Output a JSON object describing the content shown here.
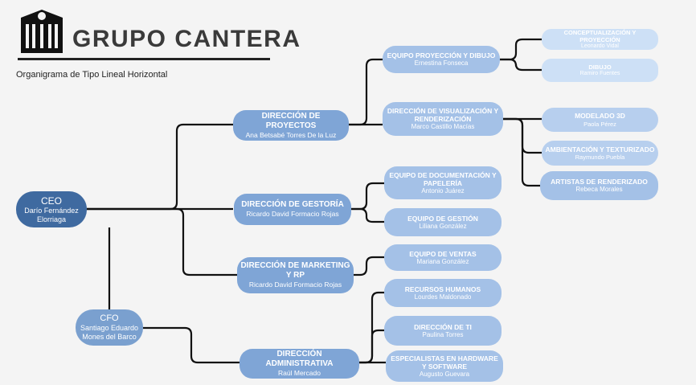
{
  "header": {
    "brand": "GRUPO CANTERA",
    "subtitle": "Organigrama de Tipo Lineal Horizontal",
    "logo_icon": "building-logo-icon"
  },
  "colors": {
    "ceo": "#3f6aa0",
    "cfo": "#7aa0cf",
    "direction": "#7fa5d6",
    "team": "#a4c1e7",
    "sub_team": "#b7cfee",
    "sub_team_light": "#cde0f6",
    "connector": "#111111"
  },
  "org": {
    "ceo": {
      "title": "CEO",
      "name": "Darío Fernández Elorriaga"
    },
    "cfo": {
      "title": "CFO",
      "name": "Santiago Eduardo Mones del Barco"
    },
    "dir_proyectos": {
      "title": "DIRECCIÓN DE PROYECTOS",
      "name": "Ana Betsabé Torres De la Luz"
    },
    "dir_gestoria": {
      "title": "DIRECCIÓN DE GESTORÍA",
      "name": "Ricardo David Formacio Rojas"
    },
    "dir_marketing": {
      "title": "DIRECCIÓN DE MARKETING Y RP",
      "name": "Ricardo David Formacio Rojas"
    },
    "dir_admin": {
      "title": "DIRECCIÓN ADMINISTRATIVA",
      "name": "Raúl Mercado"
    },
    "eq_proyeccion": {
      "title": "EQUIPO PROYECCIÓN Y DIBUJO",
      "name": "Ernestina Fonseca"
    },
    "dir_visualizacion": {
      "title": "DIRECCIÓN DE VISUALIZACIÓN Y RENDERIZACIÓN",
      "name": "Marco Castillo Macías"
    },
    "eq_documentacion": {
      "title": "EQUIPO DE DOCUMENTACIÓN Y PAPELERÍA",
      "name": "Antonio Juárez"
    },
    "eq_gestion": {
      "title": "EQUIPO DE GESTIÓN",
      "name": "Liliana González"
    },
    "eq_ventas": {
      "title": "EQUIPO DE VENTAS",
      "name": "Mariana González"
    },
    "rrhh": {
      "title": "RECURSOS HUMANOS",
      "name": "Lourdes Maldonado"
    },
    "dir_ti": {
      "title": "DIRECCIÓN DE TI",
      "name": "Paulina Torres"
    },
    "especialistas": {
      "title": "ESPECIALISTAS EN HARDWARE Y SOFTWARE",
      "name": "Augusto Guevara"
    },
    "conceptualizacion": {
      "title": "CONCEPTUALIZACIÓN Y PROYECCIÓN",
      "name": "Leonardo Vidal"
    },
    "dibujo": {
      "title": "DIBUJO",
      "name": "Ramiro Fuentes"
    },
    "modelado": {
      "title": "MODELADO 3D",
      "name": "Paola Pérez"
    },
    "ambientacion": {
      "title": "AMBIENTACIÓN Y TEXTURIZADO",
      "name": "Raymundo Puebla"
    },
    "artistas": {
      "title": "ARTISTAS DE RENDERIZADO",
      "name": "Rebeca Morales"
    }
  }
}
